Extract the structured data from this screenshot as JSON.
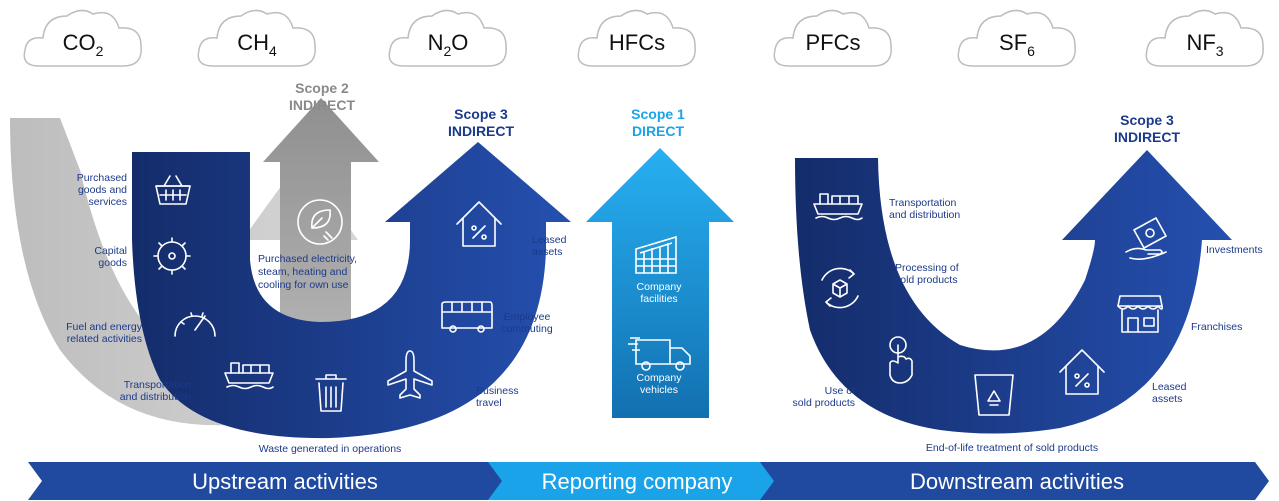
{
  "gases": [
    {
      "base": "CO",
      "sub": "2"
    },
    {
      "base": "CH",
      "sub": "4"
    },
    {
      "base": "N",
      "sub": "2",
      "tail": "O"
    },
    {
      "base": "HFCs",
      "sub": ""
    },
    {
      "base": "PFCs",
      "sub": ""
    },
    {
      "base": "SF",
      "sub": "6"
    },
    {
      "base": "NF",
      "sub": "3"
    }
  ],
  "scopes": {
    "scope2": {
      "line1": "Scope 2",
      "line2": "INDIRECT"
    },
    "scope3_upstream": {
      "line1": "Scope 3",
      "line2": "INDIRECT"
    },
    "scope1": {
      "line1": "Scope 1",
      "line2": "DIRECT"
    },
    "scope3_downstream": {
      "line1": "Scope 3",
      "line2": "INDIRECT"
    }
  },
  "upstream_categories": {
    "purchased_goods": [
      "Purchased",
      "goods and",
      "services"
    ],
    "capital_goods": [
      "Capital",
      "goods"
    ],
    "fuel_energy": [
      "Fuel and energy",
      "related activities"
    ],
    "transportation": [
      "Transportation",
      "and distribution"
    ],
    "waste": [
      "Waste generated in operations"
    ],
    "business_travel": [
      "Business",
      "travel"
    ],
    "employee_commuting": [
      "Employee",
      "commuting"
    ],
    "leased_assets": [
      "Leased",
      "assets"
    ]
  },
  "scope2_category": [
    "Purchased electricity,",
    "steam, heating and",
    "cooling for own use"
  ],
  "company_items": {
    "facilities": [
      "Company",
      "facilities"
    ],
    "vehicles": [
      "Company",
      "vehicles"
    ]
  },
  "downstream_categories": {
    "transportation": [
      "Transportation",
      "and distribution"
    ],
    "processing": [
      "Processing of",
      "sold products"
    ],
    "use": [
      "Use of",
      "sold products"
    ],
    "end_of_life": [
      "End-of-life treatment of sold products"
    ],
    "leased_assets": [
      "Leased",
      "assets"
    ],
    "franchises": [
      "Franchises"
    ],
    "investments": [
      "Investments"
    ]
  },
  "bottom_bar": {
    "upstream": "Upstream activities",
    "reporting": "Reporting company",
    "downstream": "Downstream activities"
  },
  "colors": {
    "dark_blue": "#1e3f94",
    "navy": "#152c6b",
    "light_blue": "#1aa3e8",
    "grey": "#9a9a9a",
    "light_grey": "#c9c9c9"
  },
  "icons": [
    "basket-icon",
    "gear-icon",
    "gauge-icon",
    "ship-icon",
    "trash-icon",
    "plane-icon",
    "bus-icon",
    "house-percent-icon",
    "leaf-plug-icon",
    "factory-icon",
    "truck-icon",
    "recycle-box-icon",
    "hand-touch-icon",
    "recycle-bin-icon",
    "store-icon",
    "money-hand-icon"
  ]
}
